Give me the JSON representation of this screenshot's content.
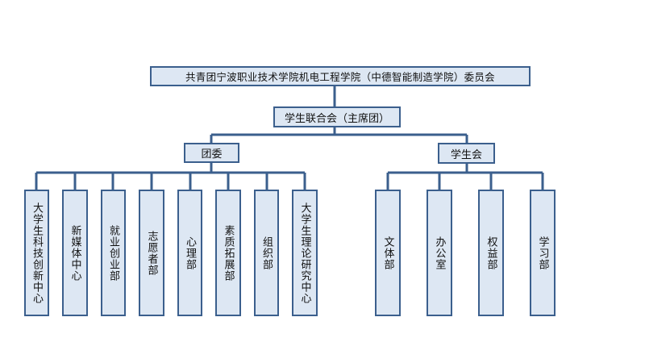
{
  "root": {
    "label": "共青团宁波职业技术学院机电工程学院（中德智能制造学院）委员会"
  },
  "union": {
    "label": "学生联合会（主席团）"
  },
  "branches": [
    {
      "label": "团委",
      "children": [
        {
          "label": "大学生科技创新中心"
        },
        {
          "label": "新媒体中心"
        },
        {
          "label": "就业创业部"
        },
        {
          "label": "志愿者部"
        },
        {
          "label": "心理部"
        },
        {
          "label": "素质拓展部"
        },
        {
          "label": "组织部"
        },
        {
          "label": "大学生理论研究中心"
        }
      ]
    },
    {
      "label": "学生会",
      "children": [
        {
          "label": "文体部"
        },
        {
          "label": "办公室"
        },
        {
          "label": "权益部"
        },
        {
          "label": "学习部"
        }
      ]
    }
  ],
  "colors": {
    "box_fill": "#dde7f3",
    "box_border": "#3b5f8d",
    "line": "#3b5f8d"
  }
}
